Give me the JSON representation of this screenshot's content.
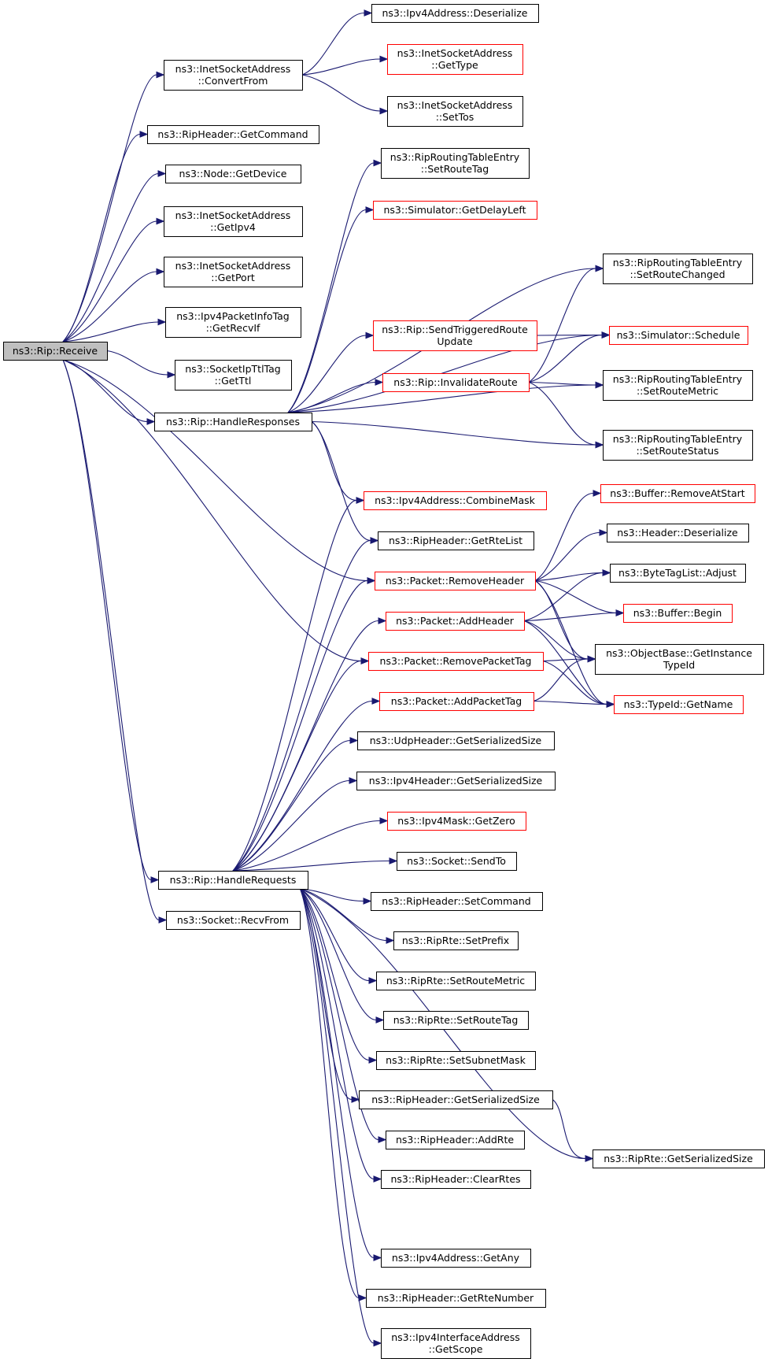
{
  "colors": {
    "edge": "#191970",
    "highlight": "#ff0000",
    "root_fill": "#bfbfbf"
  },
  "nodes": [
    {
      "id": "receive",
      "lines": [
        "ns3::Rip::Receive"
      ],
      "style": "root"
    },
    {
      "id": "convertfrom",
      "lines": [
        "ns3::InetSocketAddress",
        "::ConvertFrom"
      ],
      "style": "normal"
    },
    {
      "id": "getcommand",
      "lines": [
        "ns3::RipHeader::GetCommand"
      ],
      "style": "normal"
    },
    {
      "id": "getdevice",
      "lines": [
        "ns3::Node::GetDevice"
      ],
      "style": "normal"
    },
    {
      "id": "getipv4",
      "lines": [
        "ns3::InetSocketAddress",
        "::GetIpv4"
      ],
      "style": "normal"
    },
    {
      "id": "getport",
      "lines": [
        "ns3::InetSocketAddress",
        "::GetPort"
      ],
      "style": "normal"
    },
    {
      "id": "getrecvif",
      "lines": [
        "ns3::Ipv4PacketInfoTag",
        "::GetRecvIf"
      ],
      "style": "normal"
    },
    {
      "id": "getttl",
      "lines": [
        "ns3::SocketIpTtlTag",
        "::GetTtl"
      ],
      "style": "normal"
    },
    {
      "id": "handleresponses",
      "lines": [
        "ns3::Rip::HandleResponses"
      ],
      "style": "normal"
    },
    {
      "id": "handlerequests",
      "lines": [
        "ns3::Rip::HandleRequests"
      ],
      "style": "normal"
    },
    {
      "id": "recvfrom",
      "lines": [
        "ns3::Socket::RecvFrom"
      ],
      "style": "normal"
    },
    {
      "id": "deserialize",
      "lines": [
        "ns3::Ipv4Address::Deserialize"
      ],
      "style": "normal"
    },
    {
      "id": "gettype",
      "lines": [
        "ns3::InetSocketAddress",
        "::GetType"
      ],
      "style": "red"
    },
    {
      "id": "settos",
      "lines": [
        "ns3::InetSocketAddress",
        "::SetTos"
      ],
      "style": "normal"
    },
    {
      "id": "setroutetag_rte",
      "lines": [
        "ns3::RipRoutingTableEntry",
        "::SetRouteTag"
      ],
      "style": "normal"
    },
    {
      "id": "getdelayleft",
      "lines": [
        "ns3::Simulator::GetDelayLeft"
      ],
      "style": "red"
    },
    {
      "id": "sendtriggered",
      "lines": [
        "ns3::Rip::SendTriggeredRoute",
        "Update"
      ],
      "style": "red"
    },
    {
      "id": "invalidateroute",
      "lines": [
        "ns3::Rip::InvalidateRoute"
      ],
      "style": "red"
    },
    {
      "id": "combinemask",
      "lines": [
        "ns3::Ipv4Address::CombineMask"
      ],
      "style": "red"
    },
    {
      "id": "getrtelist",
      "lines": [
        "ns3::RipHeader::GetRteList"
      ],
      "style": "normal"
    },
    {
      "id": "removeheader",
      "lines": [
        "ns3::Packet::RemoveHeader"
      ],
      "style": "red"
    },
    {
      "id": "addheader",
      "lines": [
        "ns3::Packet::AddHeader"
      ],
      "style": "red"
    },
    {
      "id": "removepackettag",
      "lines": [
        "ns3::Packet::RemovePacketTag"
      ],
      "style": "red"
    },
    {
      "id": "addpackettag",
      "lines": [
        "ns3::Packet::AddPacketTag"
      ],
      "style": "red"
    },
    {
      "id": "udpserialsize",
      "lines": [
        "ns3::UdpHeader::GetSerializedSize"
      ],
      "style": "normal"
    },
    {
      "id": "ipv4serialsize",
      "lines": [
        "ns3::Ipv4Header::GetSerializedSize"
      ],
      "style": "normal"
    },
    {
      "id": "getzero",
      "lines": [
        "ns3::Ipv4Mask::GetZero"
      ],
      "style": "red"
    },
    {
      "id": "sendto",
      "lines": [
        "ns3::Socket::SendTo"
      ],
      "style": "normal"
    },
    {
      "id": "setcommand",
      "lines": [
        "ns3::RipHeader::SetCommand"
      ],
      "style": "normal"
    },
    {
      "id": "setprefix",
      "lines": [
        "ns3::RipRte::SetPrefix"
      ],
      "style": "normal"
    },
    {
      "id": "rte_setroutemetric",
      "lines": [
        "ns3::RipRte::SetRouteMetric"
      ],
      "style": "normal"
    },
    {
      "id": "rte_setroutetag",
      "lines": [
        "ns3::RipRte::SetRouteTag"
      ],
      "style": "normal"
    },
    {
      "id": "setsubnetmask",
      "lines": [
        "ns3::RipRte::SetSubnetMask"
      ],
      "style": "normal"
    },
    {
      "id": "ripheaderserial",
      "lines": [
        "ns3::RipHeader::GetSerializedSize"
      ],
      "style": "normal"
    },
    {
      "id": "addrte",
      "lines": [
        "ns3::RipHeader::AddRte"
      ],
      "style": "normal"
    },
    {
      "id": "clearrtes",
      "lines": [
        "ns3::RipHeader::ClearRtes"
      ],
      "style": "normal"
    },
    {
      "id": "getany",
      "lines": [
        "ns3::Ipv4Address::GetAny"
      ],
      "style": "normal"
    },
    {
      "id": "getrtenumber",
      "lines": [
        "ns3::RipHeader::GetRteNumber"
      ],
      "style": "normal"
    },
    {
      "id": "getscope",
      "lines": [
        "ns3::Ipv4InterfaceAddress",
        "::GetScope"
      ],
      "style": "normal"
    },
    {
      "id": "setroutechanged",
      "lines": [
        "ns3::RipRoutingTableEntry",
        "::SetRouteChanged"
      ],
      "style": "normal"
    },
    {
      "id": "schedule",
      "lines": [
        "ns3::Simulator::Schedule"
      ],
      "style": "red"
    },
    {
      "id": "setroutemetric_rte",
      "lines": [
        "ns3::RipRoutingTableEntry",
        "::SetRouteMetric"
      ],
      "style": "normal"
    },
    {
      "id": "setroutestatus",
      "lines": [
        "ns3::RipRoutingTableEntry",
        "::SetRouteStatus"
      ],
      "style": "normal"
    },
    {
      "id": "removeatstart",
      "lines": [
        "ns3::Buffer::RemoveAtStart"
      ],
      "style": "red"
    },
    {
      "id": "headerdeserialize",
      "lines": [
        "ns3::Header::Deserialize"
      ],
      "style": "normal"
    },
    {
      "id": "bytetagadjust",
      "lines": [
        "ns3::ByteTagList::Adjust"
      ],
      "style": "normal"
    },
    {
      "id": "bufferbegin",
      "lines": [
        "ns3::Buffer::Begin"
      ],
      "style": "red"
    },
    {
      "id": "getinstancetypeid",
      "lines": [
        "ns3::ObjectBase::GetInstance",
        "TypeId"
      ],
      "style": "normal"
    },
    {
      "id": "getname",
      "lines": [
        "ns3::TypeId::GetName"
      ],
      "style": "red"
    },
    {
      "id": "rteserialsize",
      "lines": [
        "ns3::RipRte::GetSerializedSize"
      ],
      "style": "normal"
    }
  ],
  "edges": [
    [
      "receive",
      "convertfrom"
    ],
    [
      "receive",
      "getcommand"
    ],
    [
      "receive",
      "getdevice"
    ],
    [
      "receive",
      "getipv4"
    ],
    [
      "receive",
      "getport"
    ],
    [
      "receive",
      "getrecvif"
    ],
    [
      "receive",
      "getttl"
    ],
    [
      "receive",
      "handleresponses"
    ],
    [
      "receive",
      "handlerequests"
    ],
    [
      "receive",
      "recvfrom"
    ],
    [
      "receive",
      "removeheader"
    ],
    [
      "receive",
      "removepackettag"
    ],
    [
      "convertfrom",
      "deserialize"
    ],
    [
      "convertfrom",
      "gettype"
    ],
    [
      "convertfrom",
      "settos"
    ],
    [
      "handleresponses",
      "setroutetag_rte"
    ],
    [
      "handleresponses",
      "getdelayleft"
    ],
    [
      "handleresponses",
      "setroutechanged"
    ],
    [
      "handleresponses",
      "schedule"
    ],
    [
      "handleresponses",
      "sendtriggered"
    ],
    [
      "handleresponses",
      "invalidateroute"
    ],
    [
      "handleresponses",
      "setroutemetric_rte"
    ],
    [
      "handleresponses",
      "setroutestatus"
    ],
    [
      "handleresponses",
      "combinemask"
    ],
    [
      "handleresponses",
      "getrtelist"
    ],
    [
      "sendtriggered",
      "schedule"
    ],
    [
      "invalidateroute",
      "setroutechanged"
    ],
    [
      "invalidateroute",
      "schedule"
    ],
    [
      "invalidateroute",
      "setroutemetric_rte"
    ],
    [
      "invalidateroute",
      "setroutestatus"
    ],
    [
      "removeheader",
      "removeatstart"
    ],
    [
      "removeheader",
      "headerdeserialize"
    ],
    [
      "removeheader",
      "bytetagadjust"
    ],
    [
      "removeheader",
      "bufferbegin"
    ],
    [
      "removeheader",
      "getinstancetypeid"
    ],
    [
      "removeheader",
      "getname"
    ],
    [
      "addheader",
      "bytetagadjust"
    ],
    [
      "addheader",
      "bufferbegin"
    ],
    [
      "addheader",
      "getinstancetypeid"
    ],
    [
      "addheader",
      "getname"
    ],
    [
      "removepackettag",
      "getinstancetypeid"
    ],
    [
      "removepackettag",
      "getname"
    ],
    [
      "addpackettag",
      "getinstancetypeid"
    ],
    [
      "addpackettag",
      "getname"
    ],
    [
      "handlerequests",
      "combinemask"
    ],
    [
      "handlerequests",
      "getrtelist"
    ],
    [
      "handlerequests",
      "removeheader"
    ],
    [
      "handlerequests",
      "addheader"
    ],
    [
      "handlerequests",
      "removepackettag"
    ],
    [
      "handlerequests",
      "addpackettag"
    ],
    [
      "handlerequests",
      "udpserialsize"
    ],
    [
      "handlerequests",
      "ipv4serialsize"
    ],
    [
      "handlerequests",
      "getzero"
    ],
    [
      "handlerequests",
      "sendto"
    ],
    [
      "handlerequests",
      "setcommand"
    ],
    [
      "handlerequests",
      "setprefix"
    ],
    [
      "handlerequests",
      "rte_setroutemetric"
    ],
    [
      "handlerequests",
      "rte_setroutetag"
    ],
    [
      "handlerequests",
      "setsubnetmask"
    ],
    [
      "handlerequests",
      "ripheaderserial"
    ],
    [
      "handlerequests",
      "addrte"
    ],
    [
      "handlerequests",
      "clearrtes"
    ],
    [
      "handlerequests",
      "rteserialsize"
    ],
    [
      "handlerequests",
      "getany"
    ],
    [
      "handlerequests",
      "getrtenumber"
    ],
    [
      "handlerequests",
      "getscope"
    ],
    [
      "ripheaderserial",
      "rteserialsize"
    ]
  ]
}
